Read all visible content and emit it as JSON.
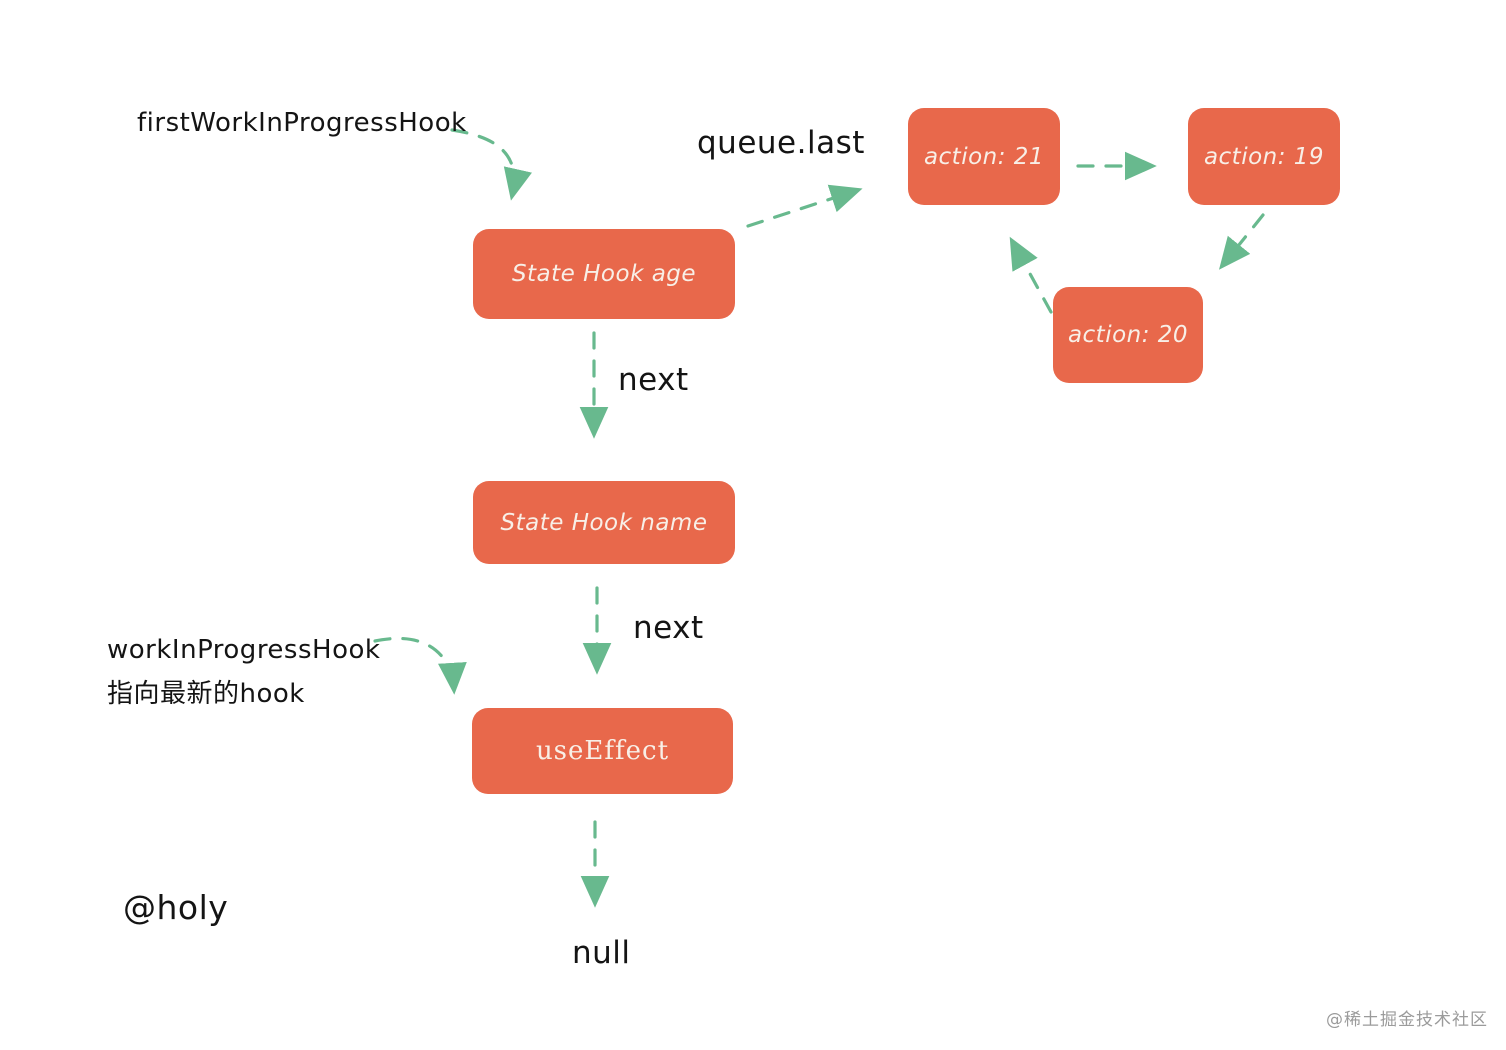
{
  "diagram_title": "React hooks linked list with circular update queue",
  "colors": {
    "node_fill": "#E8684B",
    "node_text": "#F8EFE7",
    "arrow_green": "#68B98E",
    "label_text": "#141414",
    "watermark_gray": "#9b9b9b",
    "background": "#ffffff"
  },
  "nodes": [
    {
      "id": "state-hook-age",
      "label": "State Hook age"
    },
    {
      "id": "state-hook-name",
      "label": "State Hook name"
    },
    {
      "id": "use-effect",
      "label": "useEffect"
    },
    {
      "id": "action-21",
      "label": "action: 21"
    },
    {
      "id": "action-19",
      "label": "action: 19"
    },
    {
      "id": "action-20",
      "label": "action: 20"
    }
  ],
  "labels": {
    "first_wip_hook": "firstWorkInProgressHook",
    "queue_last": "queue.last",
    "next_age_to_name": "next",
    "next_name_to_effect": "next",
    "wip_hook_line1": "workInProgressHook",
    "wip_hook_line2": "指向最新的hook",
    "holy": "@holy",
    "null_text": "null",
    "watermark": "@稀土掘金技术社区"
  },
  "edges": [
    {
      "from": "firstWorkInProgressHook-label",
      "to": "state-hook-age"
    },
    {
      "from": "state-hook-age",
      "to": "action-21",
      "meaning": "queue.last"
    },
    {
      "from": "action-21",
      "to": "action-19"
    },
    {
      "from": "action-19",
      "to": "action-20"
    },
    {
      "from": "action-20",
      "to": "action-21"
    },
    {
      "from": "state-hook-age",
      "to": "state-hook-name",
      "label": "next"
    },
    {
      "from": "state-hook-name",
      "to": "use-effect",
      "label": "next"
    },
    {
      "from": "workInProgressHook-label",
      "to": "use-effect"
    },
    {
      "from": "use-effect",
      "to": "null"
    }
  ]
}
